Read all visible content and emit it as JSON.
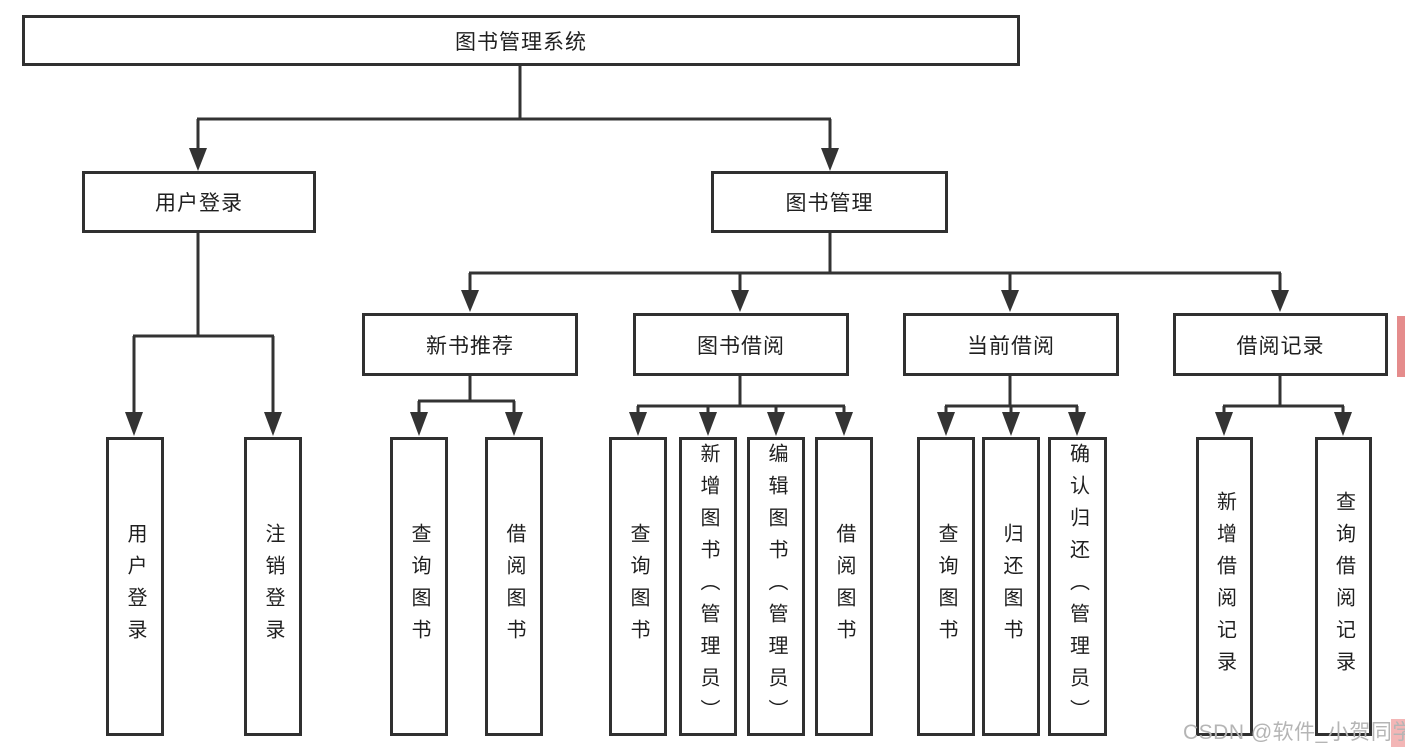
{
  "diagram": {
    "title": "图书管理系统",
    "root": "图书管理系统",
    "branches": {
      "user_login": "用户登录",
      "book_management": "图书管理"
    },
    "modules": {
      "new_books": "新书推荐",
      "book_borrow": "图书借阅",
      "current_borrow": "当前借阅",
      "borrow_records": "借阅记录"
    },
    "leaves": {
      "user_login": [
        "用户登录",
        "注销登录"
      ],
      "new_books": [
        "查询图书",
        "借阅图书"
      ],
      "book_borrow": [
        "查询图书",
        "新增图书（管理员）",
        "编辑图书（管理员）",
        "借阅图书"
      ],
      "current_borrow": [
        "查询图书",
        "归还图书",
        "确认归还（管理员）"
      ],
      "borrow_records": [
        "新增借阅记录",
        "查询借阅记录"
      ]
    }
  },
  "watermark": {
    "text": "CSDN @软件_小贺同学",
    "color": "#b5b5b5"
  },
  "colors": {
    "line": "#333333",
    "box_border": "#303030",
    "background": "#ffffff",
    "text": "#1f1f1f",
    "accent_edge": "#e58c8c"
  }
}
